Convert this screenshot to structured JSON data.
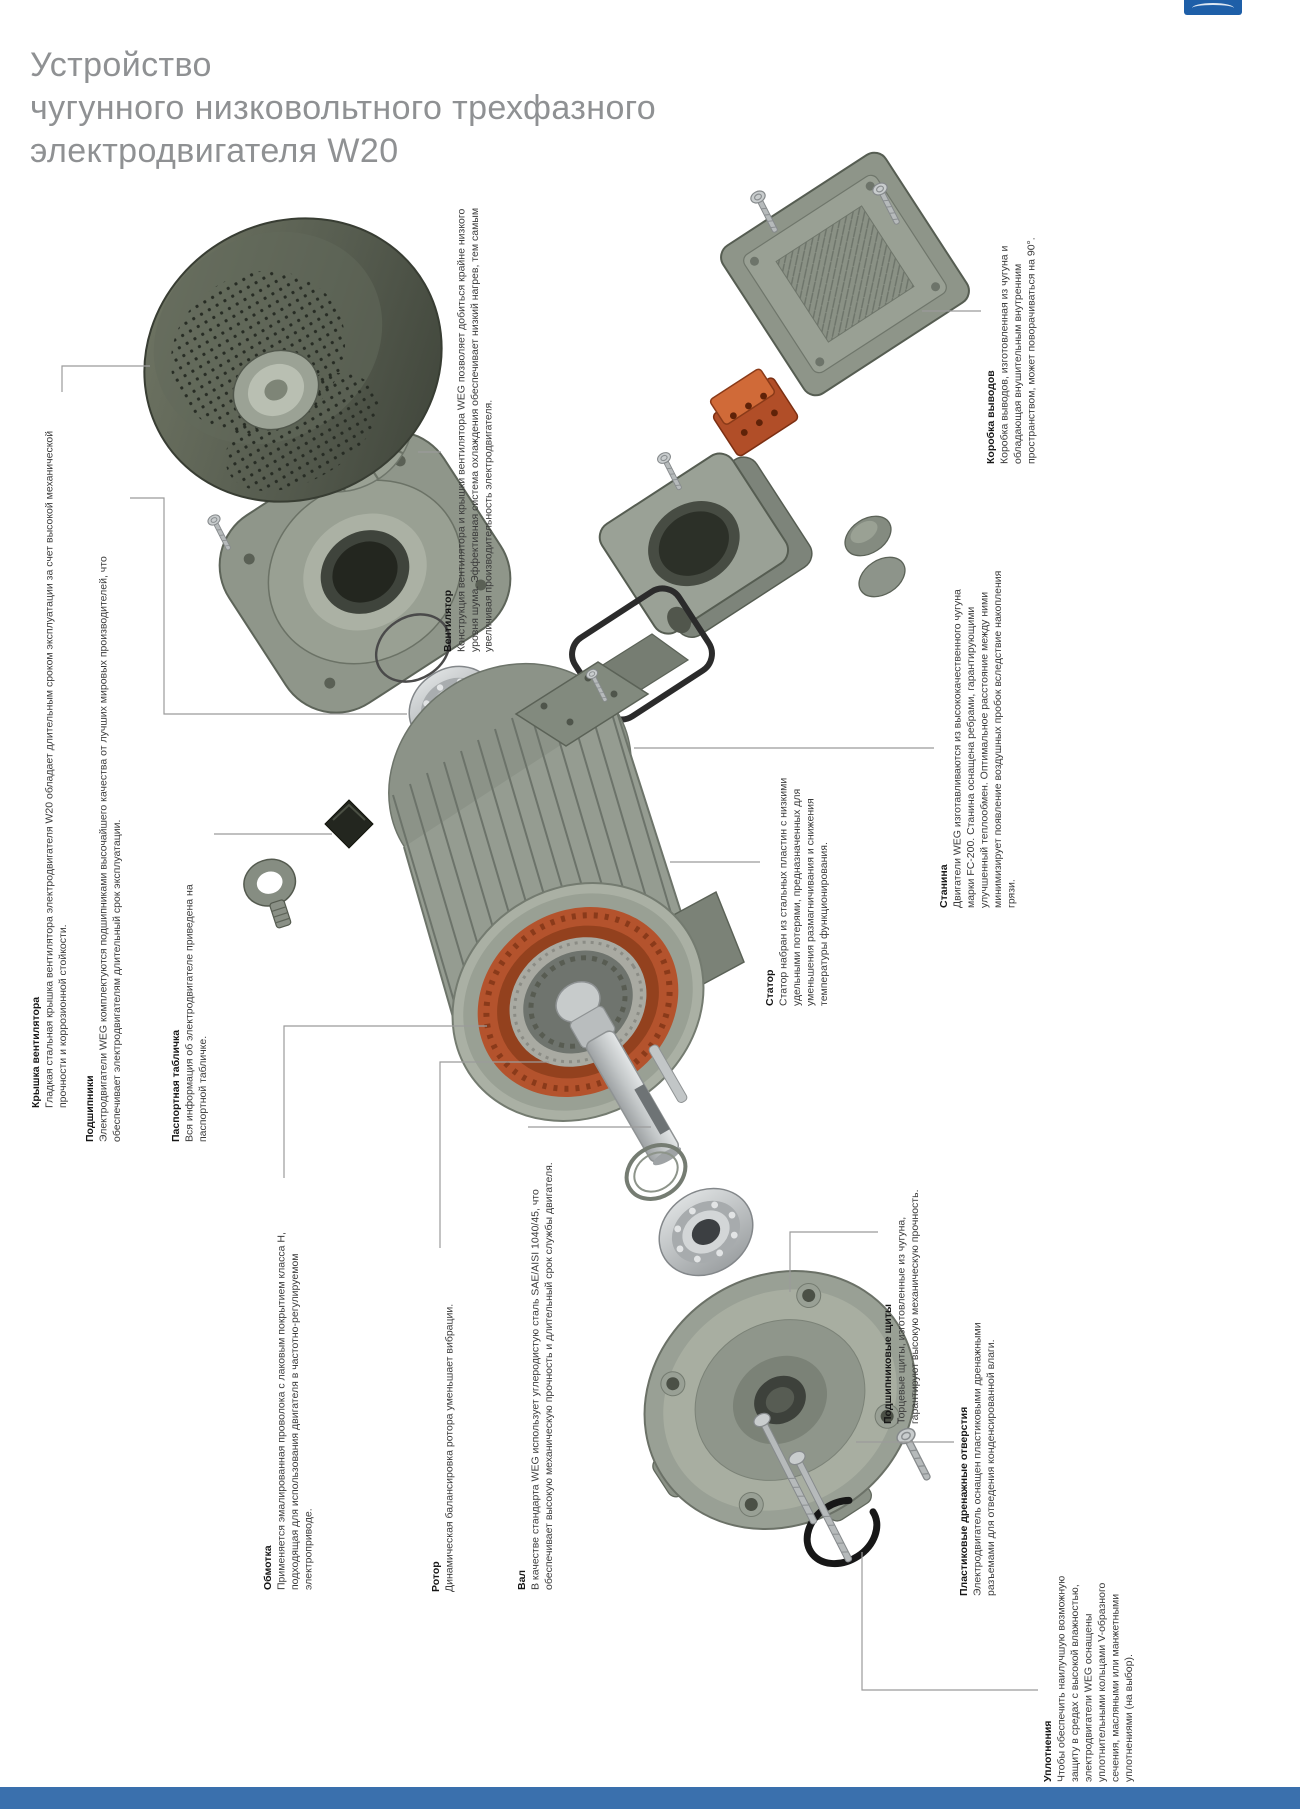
{
  "page": {
    "title_lines": [
      "Устройство",
      "чугунного низковольтного трехфазного",
      "электродвигателя W20"
    ]
  },
  "colors": {
    "brand_blue": "#1e5fa8",
    "footer_blue": "#3a70ad",
    "part_gray_green": "#99a094",
    "fan_cover_dark": "#4c5246",
    "stator_orange": "#b4532d",
    "callout_gray": "#9b9b9b",
    "title_gray": "#8f9193"
  },
  "labels": {
    "fan_cover": {
      "title": "Крышка вентилятора",
      "body": "Гладкая стальная крышка вентилятора электродвигателя W20 обладает длительным сроком эксплуатации за счет высокой механической прочности и коррозионной стойкости."
    },
    "bearings": {
      "title": "Подшипники",
      "body": "Электродвигатели WEG комплектуются подшипниками  высочайшего качества от лучших мировых производителей, что обеспечивает электродвигателям длительный срок эксплуатации."
    },
    "nameplate": {
      "title": "Паспортная табличка",
      "body": "Вся информация об электродвигателе приведена на паспортной табличке."
    },
    "winding": {
      "title": "Обмотка",
      "body": "Применяется эмалированная проволока с лаковым покрытием класса H, подходящая для использования двигателя в частотно-регулируемом электроприводе."
    },
    "rotor": {
      "title": "Ротор",
      "body": "Динамическая балансировка ротора уменьшает вибрации."
    },
    "shaft": {
      "title": "Вал",
      "body": "В качестве стандарта WEG использует углеродистую сталь SAE/AISI 1040/45, что обеспечивает высокую механическую прочность и длительный срок службы двигателя."
    },
    "fan": {
      "title": "Вентилятор",
      "body": "Конструкция вентилятора и крышки вентилятора WEG позволяет добиться крайне низкого уровня шума. Эффективная система охлаждения обеспечивает низкий нагрев, тем самым увеличивая производительность электродвигателя."
    },
    "terminal_box": {
      "title": "Коробка выводов",
      "body": "Коробка выводов, изготовленная из чугуна и обладающая внушительным внутренним пространством, может поворачиваться на 90°."
    },
    "frame": {
      "title": "Станина",
      "body": "Двигатели WEG изготавливаются из высококачественного чугуна марки FC-200. Станина оснащена ребрами, гарантирующими улучшенный теплообмен. Оптимальное расстояние между ними минимизирует появление воздушных пробок вследствие накопления грязи."
    },
    "stator": {
      "title": "Статор",
      "body": "Статор набран из стальных пластин с низкими удельными потерями, предназначенных для уменьшения размагничивания и снижения температуры функционирования."
    },
    "endshields": {
      "title": "Подшипниковые щиты",
      "body": "Торцевые щиты, изготовленные из чугуна, гарантируют высокую механическую прочность."
    },
    "drains": {
      "title": "Пластиковые дренажные отверстия",
      "body": "Электродвигатель оснащен пластиковыми дренажными разъемами для отведения конденсированной влаги."
    },
    "seals": {
      "title": "Уплотнения",
      "body": "Чтобы обеспечить наилучшую возможную защиту в средах с высокой влажностью, электродвигатели WEG оснащены уплотнительными кольцами V-образного сечения, масляными или манжетными уплотнениями (на выбор)."
    }
  }
}
